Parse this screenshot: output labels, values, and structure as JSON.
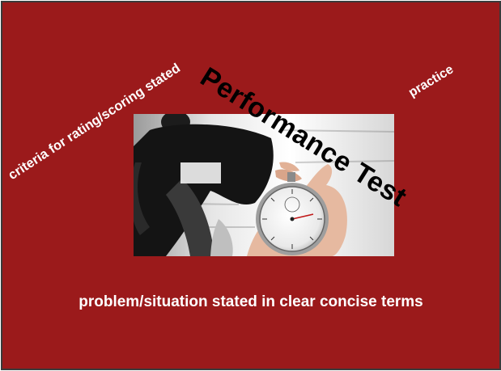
{
  "slide": {
    "background_color": "#9b1a1b",
    "title": "Performance Test",
    "rotated_labels": {
      "criteria": "criteria for rating/scoring stated",
      "practice": "practice"
    },
    "bottom_text": "problem/situation stated in clear concise terms",
    "image": {
      "description_icon": "stopwatch-runner-photo"
    }
  }
}
